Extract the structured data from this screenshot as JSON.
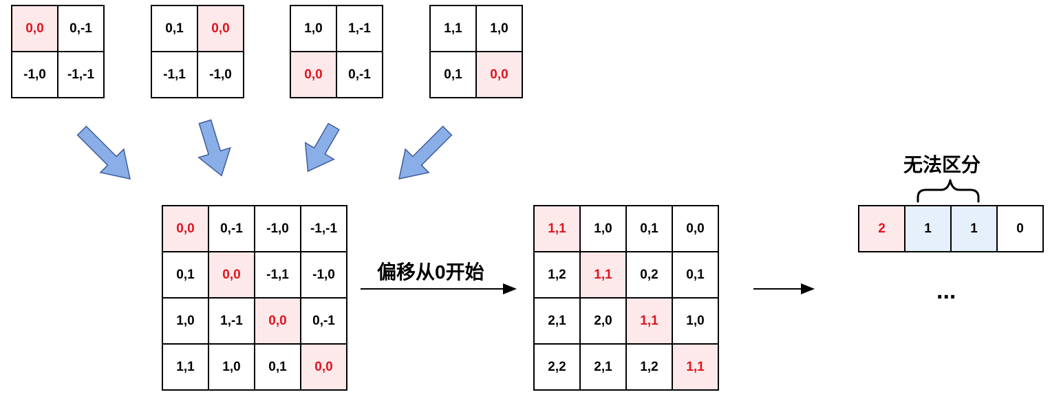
{
  "top_grids": [
    [
      [
        "0,0",
        "0,-1"
      ],
      [
        "-1,0",
        "-1,-1"
      ]
    ],
    [
      [
        "0,1",
        "0,0"
      ],
      [
        "-1,1",
        "-1,0"
      ]
    ],
    [
      [
        "1,0",
        "1,-1"
      ],
      [
        "0,0",
        "0,-1"
      ]
    ],
    [
      [
        "1,1",
        "1,0"
      ],
      [
        "0,1",
        "0,0"
      ]
    ]
  ],
  "top_highlight": [
    [
      0,
      0
    ],
    [
      0,
      1
    ],
    [
      1,
      0
    ],
    [
      1,
      1
    ]
  ],
  "relative_grid": [
    [
      "0,0",
      "0,-1",
      "-1,0",
      "-1,-1"
    ],
    [
      "0,1",
      "0,0",
      "-1,1",
      "-1,0"
    ],
    [
      "1,0",
      "1,-1",
      "0,0",
      "0,-1"
    ],
    [
      "1,1",
      "1,0",
      "0,1",
      "0,0"
    ]
  ],
  "offset_label": "偏移从0开始",
  "shifted_grid": [
    [
      "1,1",
      "1,0",
      "0,1",
      "0,0"
    ],
    [
      "1,2",
      "1,1",
      "0,2",
      "0,1"
    ],
    [
      "2,1",
      "2,0",
      "1,1",
      "1,0"
    ],
    [
      "2,2",
      "2,1",
      "1,2",
      "1,1"
    ]
  ],
  "result_row": [
    "2",
    "1",
    "1",
    "0"
  ],
  "indistinguishable_label": "无法区分",
  "ellipsis": "...",
  "colors": {
    "highlight_bg": "#fde8ea",
    "highlight_text": "#e0141e",
    "blue_bg": "#e6f0fb",
    "arrow_fill": "#8aaee8",
    "arrow_stroke": "#3d5a99"
  }
}
